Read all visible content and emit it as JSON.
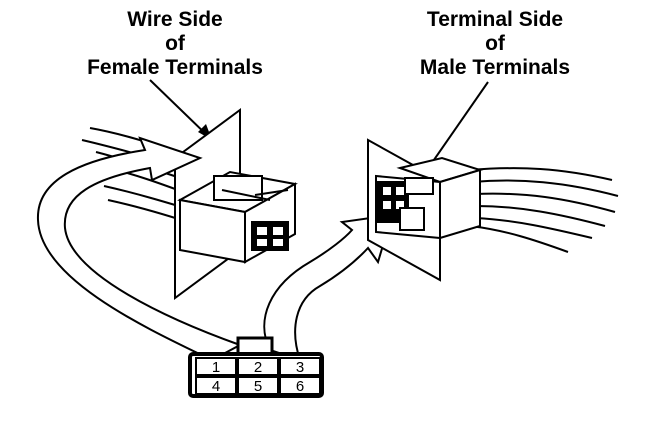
{
  "labels": {
    "left": {
      "line1": "Wire Side",
      "line2": "of",
      "line3": "Female Terminals"
    },
    "right": {
      "line1": "Terminal Side",
      "line2": "of",
      "line3": "Male Terminals"
    }
  },
  "pins": [
    "1",
    "2",
    "3",
    "4",
    "5",
    "6"
  ],
  "colors": {
    "ink": "#000000",
    "paper": "#ffffff"
  }
}
